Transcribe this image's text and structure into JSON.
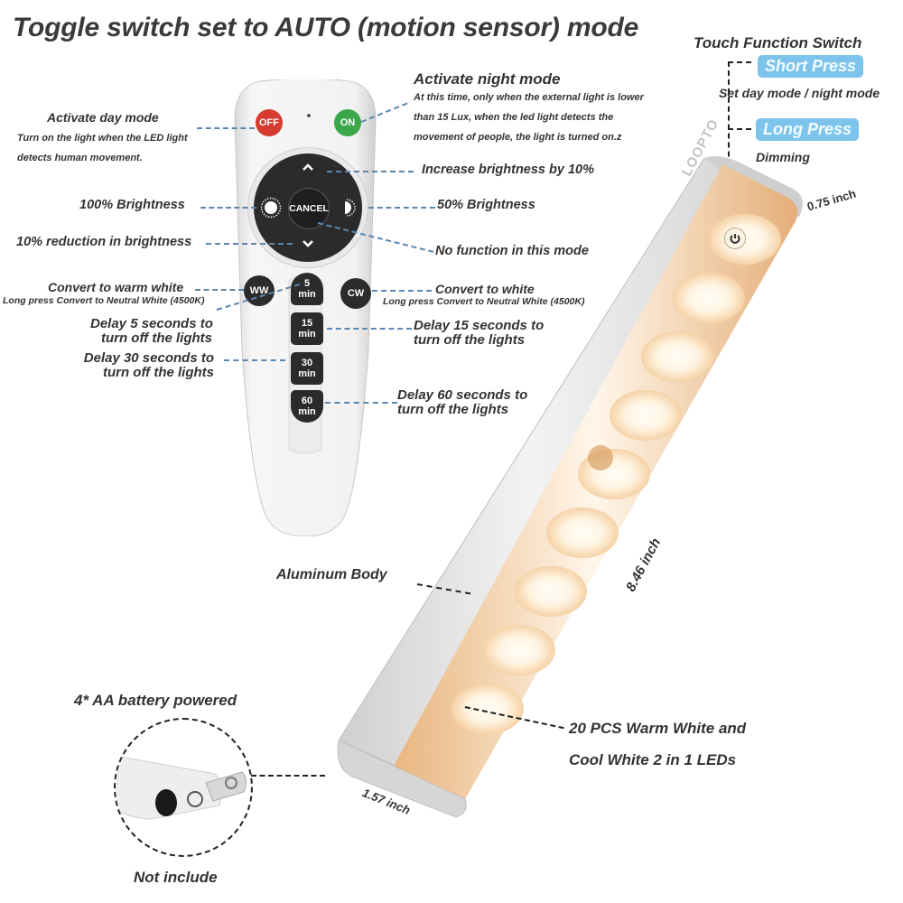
{
  "title": "Toggle switch set to AUTO (motion sensor) mode",
  "touch_switch": {
    "heading": "Touch Function Switch",
    "short_press": {
      "label": "Short Press",
      "description": "Set day mode / night mode"
    },
    "long_press": {
      "label": "Long Press",
      "description": "Dimming"
    }
  },
  "remote": {
    "buttons": {
      "off": "OFF",
      "on": "ON",
      "up": "^",
      "down": "v",
      "cancel": "CANCEL",
      "ww": "WW",
      "cw": "CW",
      "min5": {
        "num": "5",
        "unit": "min"
      },
      "min15": {
        "num": "15",
        "unit": "min"
      },
      "min30": {
        "num": "30",
        "unit": "min"
      },
      "min60": {
        "num": "60",
        "unit": "min"
      }
    },
    "colors": {
      "off": "#d63b30",
      "on": "#3aa84a",
      "body": "#f2f2f2",
      "pad": "#2b2b2b"
    }
  },
  "annotations": {
    "day_mode": {
      "title": "Activate day mode",
      "desc1": "Turn on the light when the LED light",
      "desc2": "detects human movement."
    },
    "night_mode": {
      "title": "Activate night mode",
      "desc1": "At this time, only when the external light is lower",
      "desc2": "than 15 Lux, when the led light detects the",
      "desc3": "movement of people, the light is turned on.z"
    },
    "increase": "Increase brightness by 10%",
    "full_brightness": "100% Brightness",
    "half_brightness": "50% Brightness",
    "reduce": "10% reduction in brightness",
    "no_function": "No function in this mode",
    "warm": {
      "title": "Convert to warm white",
      "desc": "Long press Convert to Neutral White (4500K)"
    },
    "cool": {
      "title": "Convert to white",
      "desc": "Long press Convert to Neutral White (4500K)"
    },
    "delay5": {
      "l1": "Delay 5 seconds to",
      "l2": "turn off the lights"
    },
    "delay15": {
      "l1": "Delay 15 seconds to",
      "l2": "turn off the lights"
    },
    "delay30": {
      "l1": "Delay 30 seconds to",
      "l2": "turn off the lights"
    },
    "delay60": {
      "l1": "Delay 60 seconds to",
      "l2": "turn off the lights"
    }
  },
  "light_bar": {
    "brand": "LOOPTO",
    "aluminum": "Aluminum Body",
    "length": "8.46 inch",
    "depth": "0.75 inch",
    "width": "1.57 inch",
    "leds_l1": "20 PCS Warm White and",
    "leds_l2": "Cool White 2 in 1 LEDs",
    "led_count": 20
  },
  "battery": {
    "title": "4* AA battery powered",
    "note": "Not include"
  }
}
